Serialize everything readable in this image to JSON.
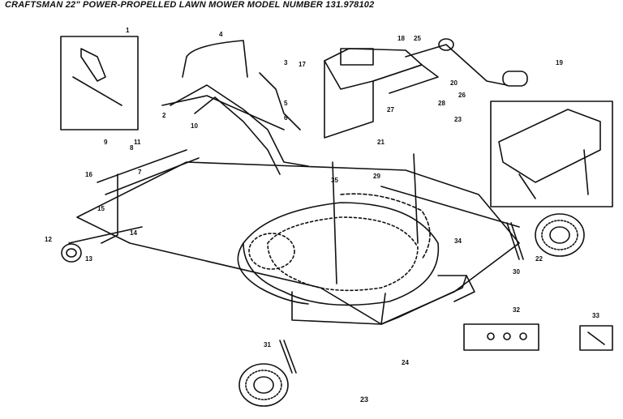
{
  "title": "CRAFTSMAN 22\" POWER-PROPELLED LAWN MOWER MODEL NUMBER 131.978102",
  "page_number": "23",
  "callouts": [
    "1",
    "2",
    "3",
    "4",
    "5",
    "6",
    "7",
    "8",
    "9",
    "10",
    "11",
    "12",
    "13",
    "14",
    "15",
    "16",
    "17",
    "18",
    "19",
    "20",
    "21",
    "22",
    "23",
    "24",
    "25",
    "26",
    "27",
    "28",
    "29",
    "30",
    "31",
    "32",
    "33",
    "34",
    "35"
  ]
}
